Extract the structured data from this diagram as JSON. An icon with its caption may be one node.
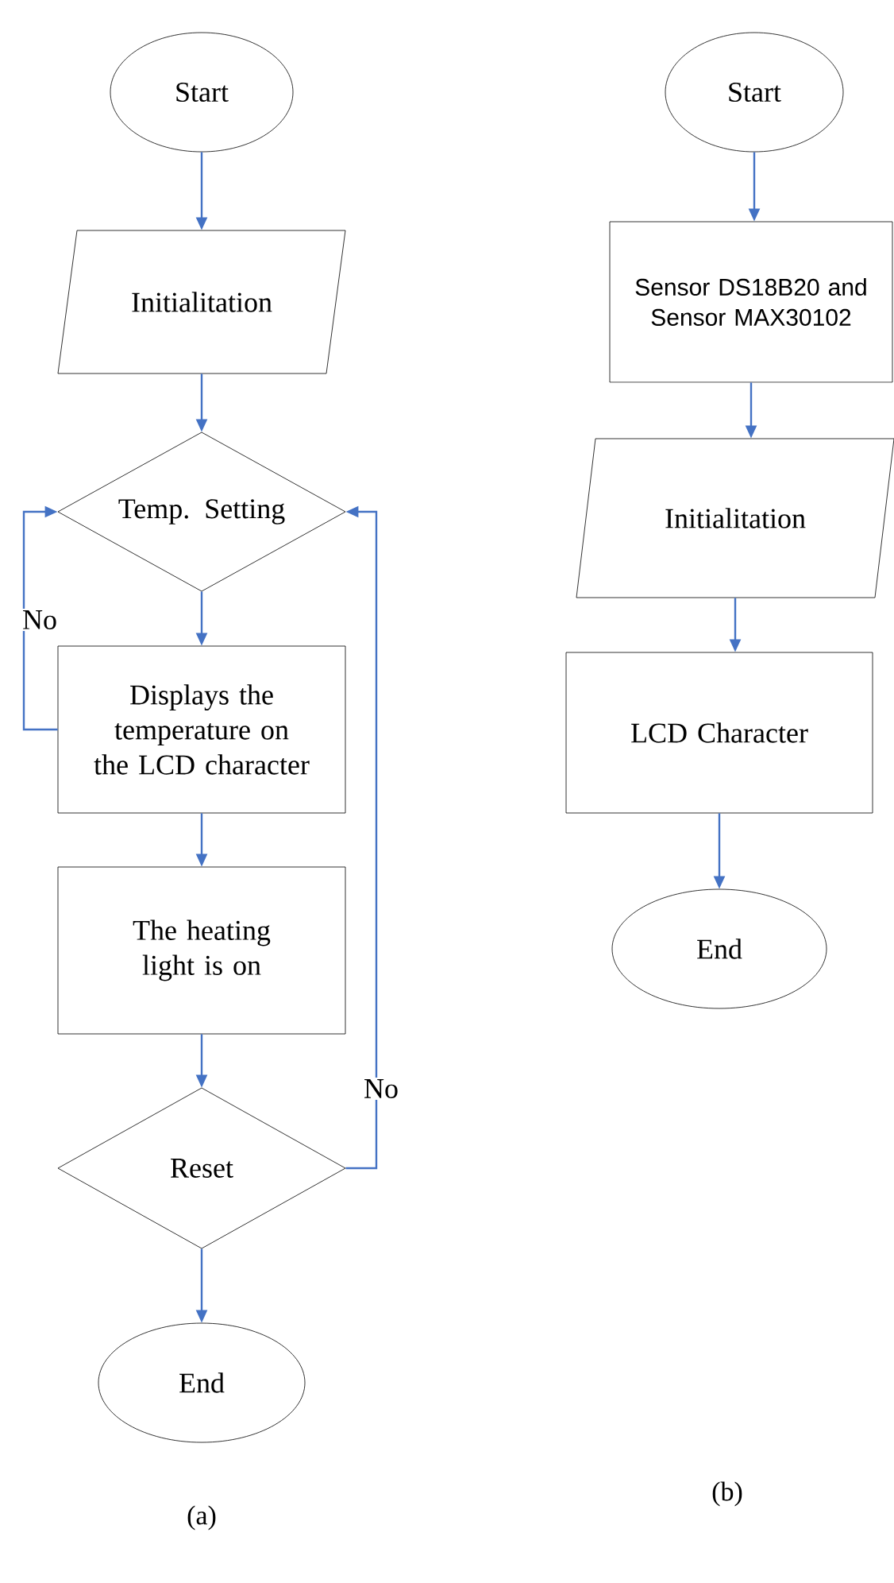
{
  "diagram": {
    "nodes": [
      {
        "text": [
          "Start"
        ]
      },
      {
        "text": [
          "Initialitation"
        ]
      },
      {
        "text": [
          "Temp. Setting"
        ]
      },
      {
        "text": [
          "Displays the temperature on the LCD character"
        ]
      },
      {
        "text": [
          "The heating light is on"
        ]
      },
      {
        "text": [
          "Reset"
        ]
      },
      {
        "text": [
          "End"
        ]
      },
      {
        "text": [
          "Start"
        ]
      },
      {
        "text": [
          "Sensor DS18B20 and Sensor MAX30102"
        ]
      },
      {
        "text": [
          "Initialitation"
        ]
      },
      {
        "text": [
          "LCD Character"
        ]
      },
      {
        "text": [
          "End"
        ]
      }
    ],
    "edges": [
      {
        "from": 0,
        "to": 1,
        "arrow": "to"
      },
      {
        "from": 1,
        "to": 2,
        "arrow": "to"
      },
      {
        "from": 2,
        "to": 3,
        "arrow": "to"
      },
      {
        "from": 3,
        "to": 4,
        "arrow": "to"
      },
      {
        "from": 4,
        "to": 5,
        "arrow": "to"
      },
      {
        "from": 5,
        "to": 6,
        "arrow": "to"
      },
      {
        "from": 3,
        "to": 2,
        "arrow": "to",
        "label": "No"
      },
      {
        "from": 5,
        "to": 2,
        "arrow": "to",
        "label": "No"
      },
      {
        "from": 7,
        "to": 8,
        "arrow": "to"
      },
      {
        "from": 8,
        "to": 9,
        "arrow": "to"
      },
      {
        "from": 9,
        "to": 10,
        "arrow": "to"
      },
      {
        "from": 10,
        "to": 11,
        "arrow": "to"
      }
    ],
    "labels": [
      "(a)",
      "(b)"
    ]
  }
}
